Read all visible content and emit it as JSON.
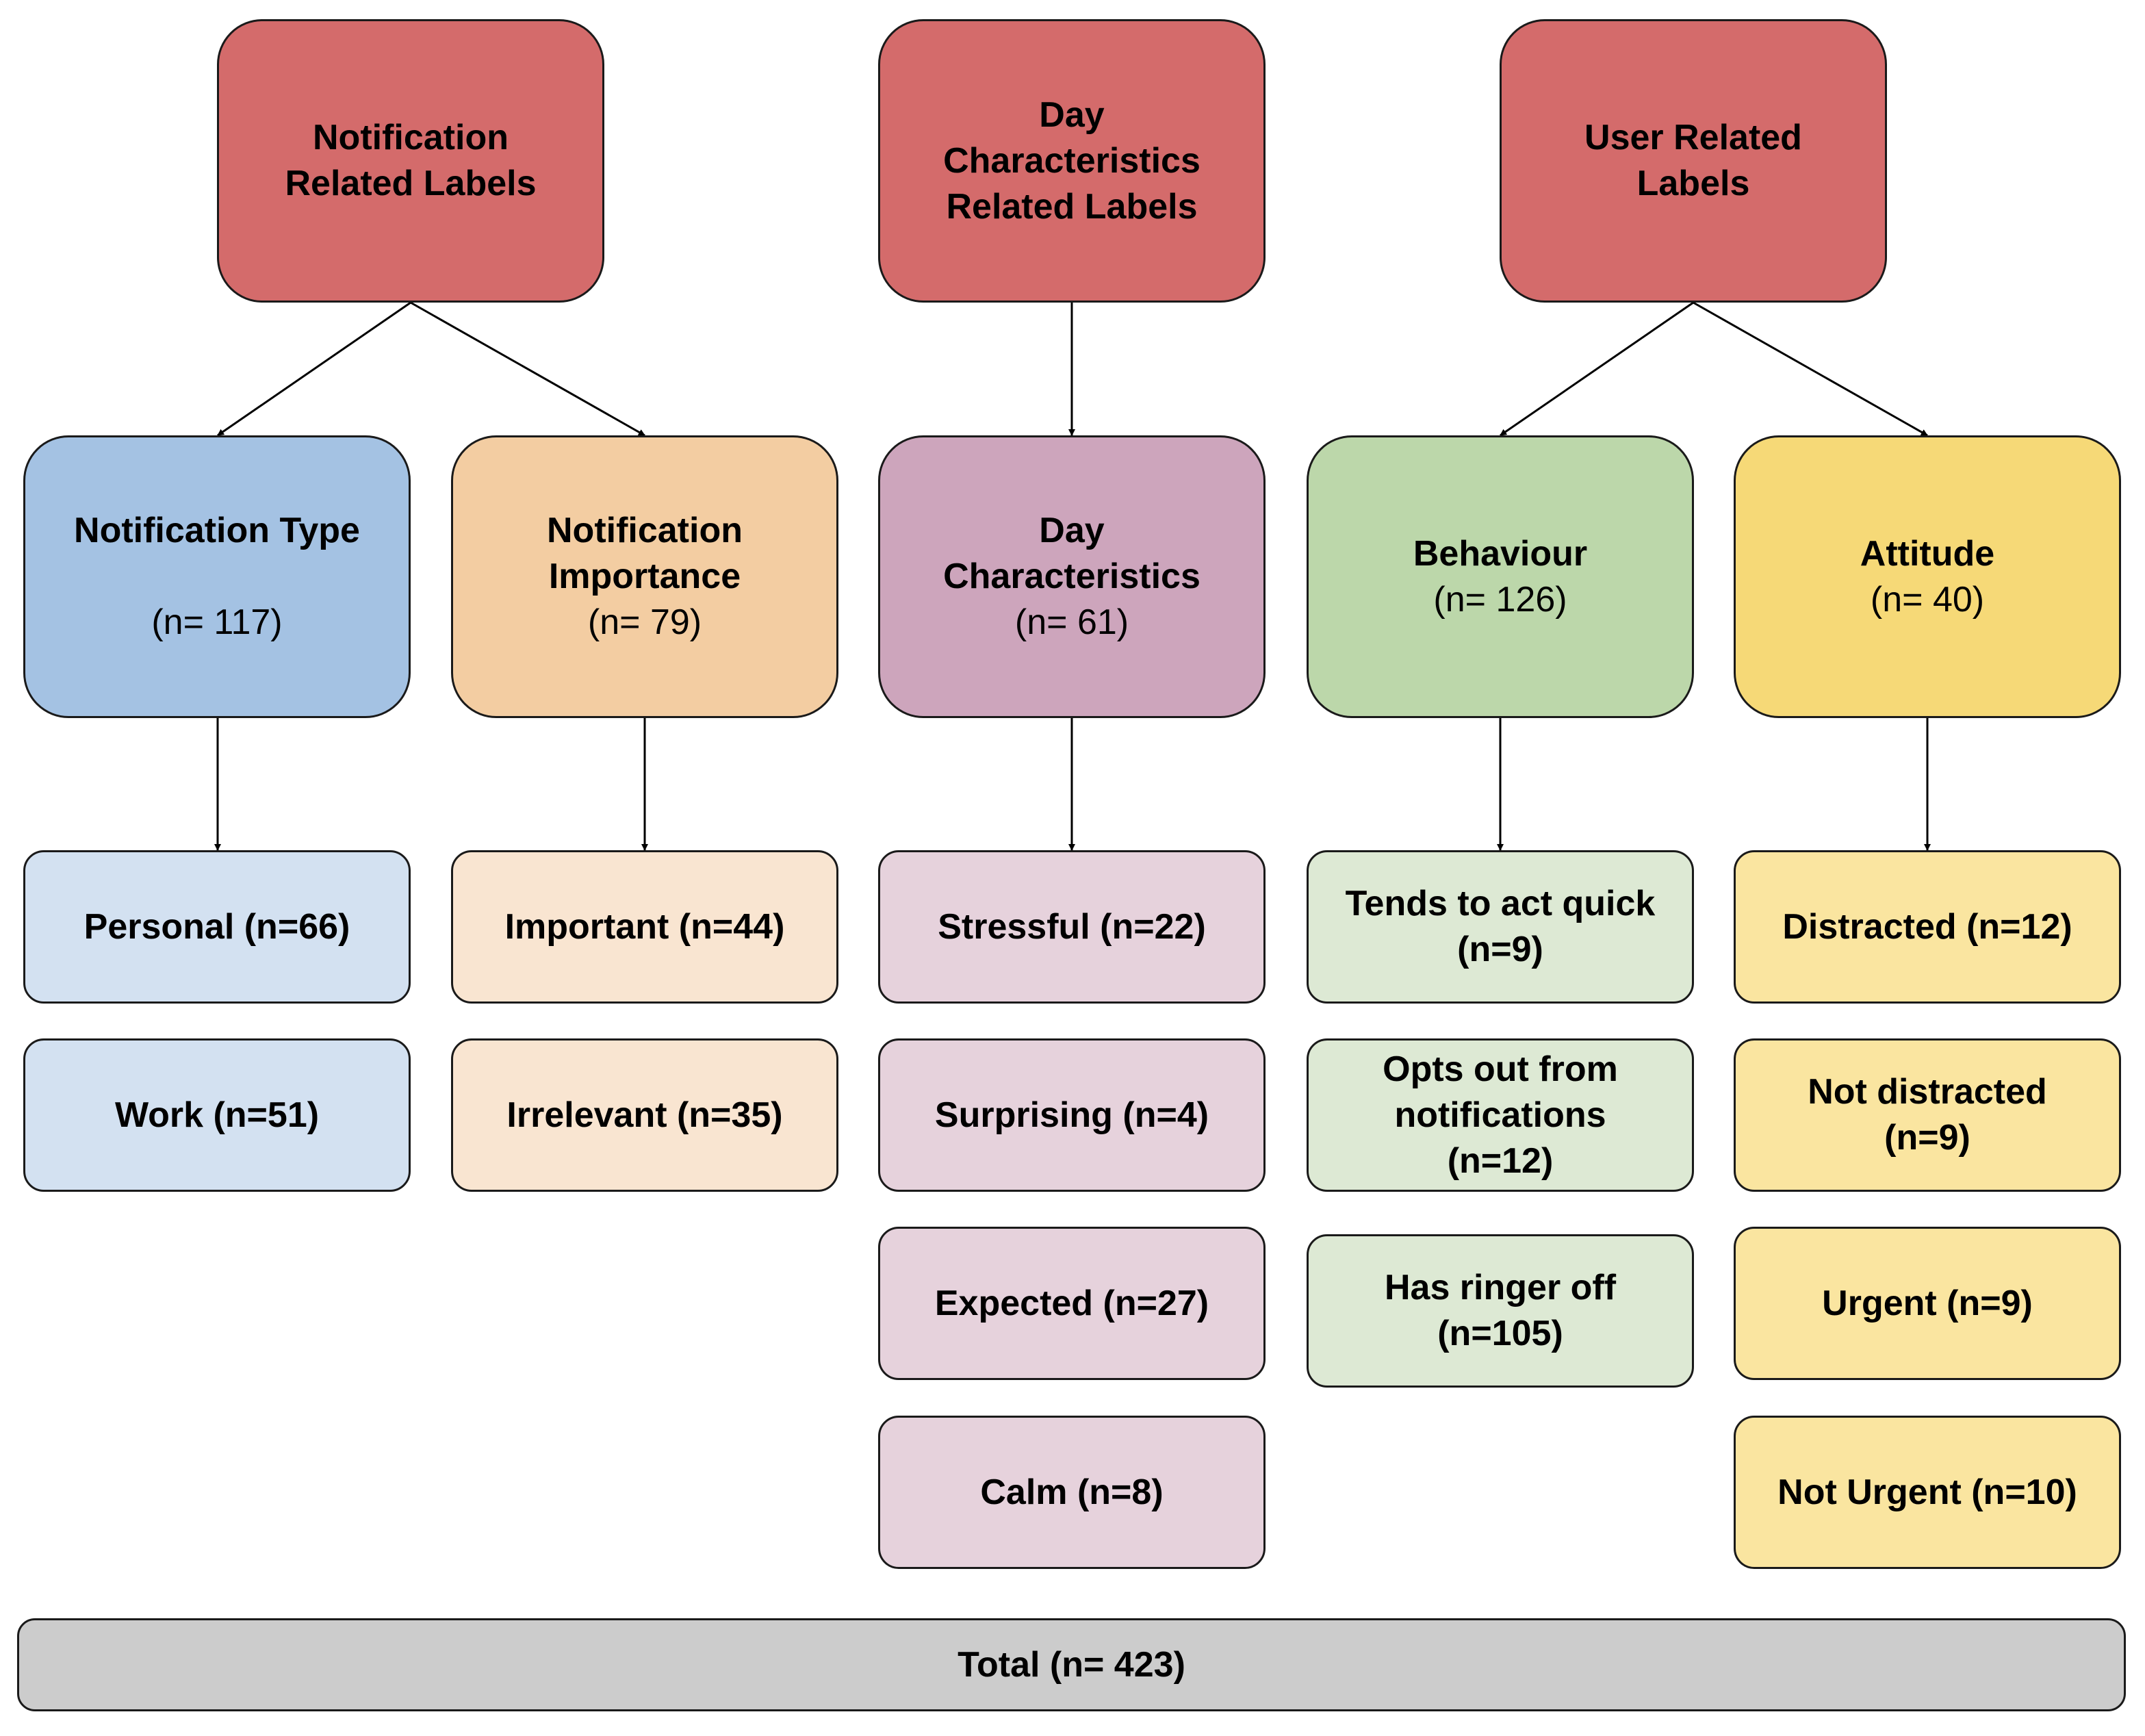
{
  "colors": {
    "top": "#d46b6b",
    "notification_type": "#a4c2e3",
    "notification_importance": "#f3cda2",
    "day_characteristics": "#cda5bc",
    "behaviour": "#bcd7aa",
    "attitude": "#f6d977",
    "total": "#cccccc"
  },
  "top": {
    "notification": "Notification\nRelated Labels",
    "day": "Day\nCharacteristics\nRelated Labels",
    "user": "User Related\nLabels"
  },
  "categories": {
    "notification_type": {
      "label": "Notification Type",
      "count": "(n= 117)"
    },
    "notification_importance": {
      "label": "Notification\nImportance",
      "count": "(n= 79)"
    },
    "day_characteristics": {
      "label": "Day\nCharacteristics",
      "count": "(n= 61)"
    },
    "behaviour": {
      "label": "Behaviour",
      "count": "(n= 126)"
    },
    "attitude": {
      "label": "Attitude",
      "count": "(n= 40)"
    }
  },
  "leaves": {
    "notification_type": [
      "Personal (n=66)",
      "Work (n=51)"
    ],
    "notification_importance": [
      "Important (n=44)",
      "Irrelevant (n=35)"
    ],
    "day_characteristics": [
      "Stressful (n=22)",
      "Surprising (n=4)",
      "Expected (n=27)",
      "Calm (n=8)"
    ],
    "behaviour": [
      "Tends to act quick\n(n=9)",
      "Opts out from\nnotifications\n(n=12)",
      "Has ringer off\n(n=105)"
    ],
    "attitude": [
      "Distracted (n=12)",
      "Not distracted\n(n=9)",
      "Urgent (n=9)",
      "Not Urgent (n=10)"
    ]
  },
  "total": "Total (n= 423)"
}
